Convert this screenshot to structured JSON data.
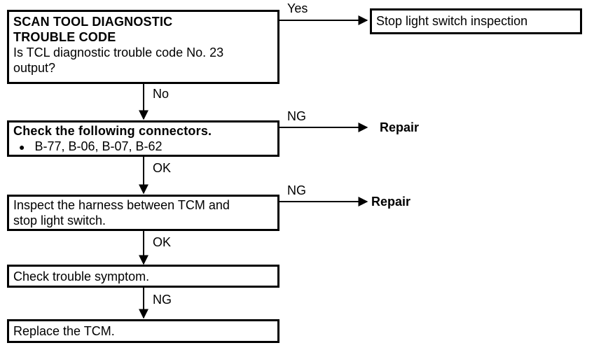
{
  "start": {
    "title_lines": [
      "SCAN TOOL DIAGNOSTIC",
      "TROUBLE CODE"
    ],
    "question_lines": [
      "Is TCL diagnostic trouble code No. 23",
      "output?"
    ]
  },
  "yes_label": "Yes",
  "yes_result": "Stop light switch inspection",
  "no_label": "No",
  "connectors": {
    "title": "Check the following connectors.",
    "bullet": "●",
    "item": "B-77, B-06, B-07, B-62"
  },
  "connectors_ng": "NG",
  "connectors_repair": "Repair",
  "connectors_ok": "OK",
  "harness": {
    "lines": [
      "Inspect the harness between TCM and",
      "stop light switch."
    ]
  },
  "harness_ng": "NG",
  "harness_repair": "Repair",
  "harness_ok": "OK",
  "symptom": {
    "text": "Check trouble symptom."
  },
  "symptom_ng": "NG",
  "replace": {
    "text": "Replace the TCM."
  }
}
